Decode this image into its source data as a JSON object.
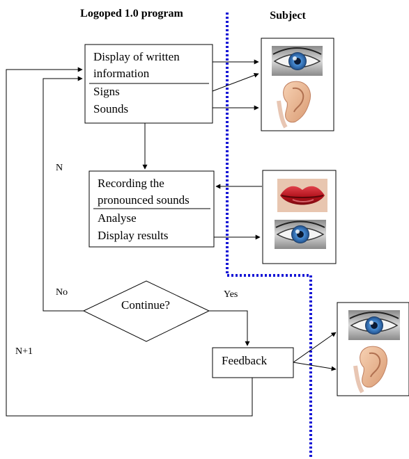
{
  "headers": {
    "program": "Logoped 1.0 program",
    "subject": "Subject"
  },
  "boxes": {
    "display": {
      "line1": "Display of written",
      "line2": "information",
      "line3": "Signs",
      "line4": "Sounds"
    },
    "recording": {
      "line1": "Recording the",
      "line2": "pronounced sounds",
      "line3": "Analyse",
      "line4": "Display results"
    },
    "decision": "Continue?",
    "feedback": "Feedback"
  },
  "edge_labels": {
    "n": "N",
    "no": "No",
    "yes": "Yes",
    "n_plus_1": "N+1"
  },
  "icons": [
    "eye-icon",
    "ear-icon",
    "lips-icon"
  ],
  "colors": {
    "divider": "#1515d6",
    "line": "#000000",
    "iris": "#2f6fb8",
    "lips": "#c0181e",
    "skin": "#f0b896"
  }
}
